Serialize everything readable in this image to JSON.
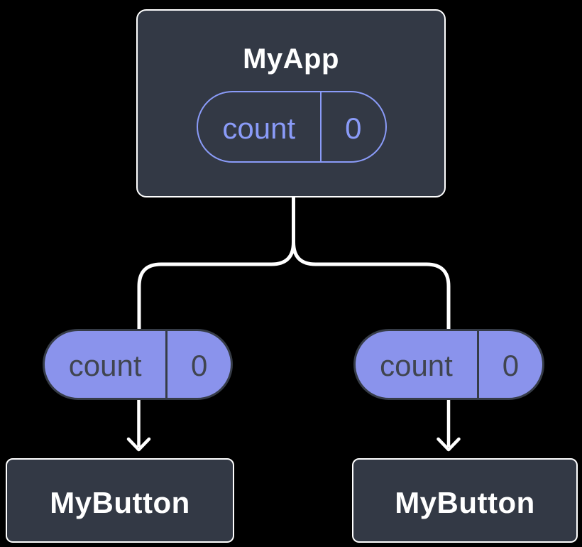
{
  "colors": {
    "background": "#000000",
    "box_fill": "#333945",
    "box_border": "#FFFFFF",
    "text_light": "#FFFFFF",
    "state_accent": "#8A9BF8",
    "prop_fill": "#8A93EC",
    "prop_dark": "#363C47",
    "prop_text": "#40454F",
    "connector": "#FFFFFF"
  },
  "diagram": {
    "root": {
      "title": "MyApp",
      "state": {
        "name": "count",
        "value": "0"
      }
    },
    "children": [
      {
        "title": "MyButton",
        "prop": {
          "name": "count",
          "value": "0"
        }
      },
      {
        "title": "MyButton",
        "prop": {
          "name": "count",
          "value": "0"
        }
      }
    ]
  }
}
